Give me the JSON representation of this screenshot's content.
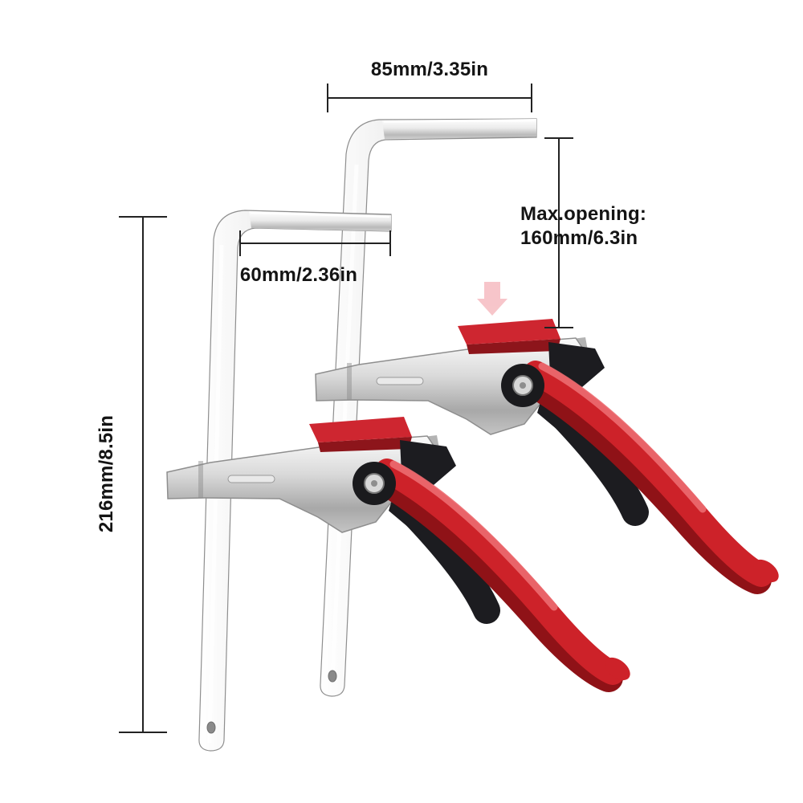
{
  "labels": {
    "top_width": "85mm/3.35in",
    "arm_width": "60mm/2.36in",
    "max_opening_line1": "Max.opening:",
    "max_opening_line2": "160mm/6.3in",
    "rail_height": "216mm/8.5in"
  },
  "colors": {
    "background": "#ffffff",
    "dimension": "#222222",
    "text": "#141414",
    "handle_red": "#cd2229",
    "handle_red_dark": "#8f1217",
    "handle_red_light": "#ec6b70",
    "pad_red": "#ce2630",
    "pad_red_dark": "#8d151b",
    "grip_black": "#1c1c20",
    "cam_black": "#1a1a1d",
    "metal_plate": "#b3b3b3",
    "arrow_pink": "#f6bcc1"
  }
}
